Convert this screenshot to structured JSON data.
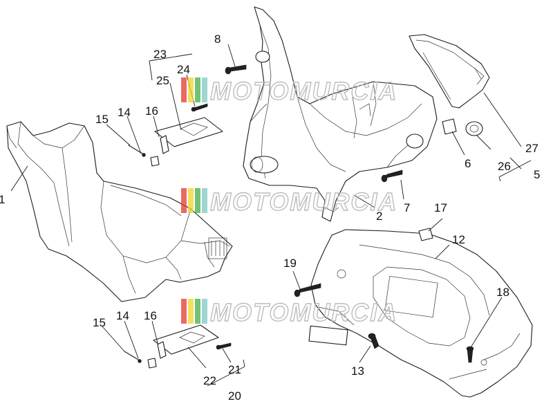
{
  "watermark": {
    "text": "MOTOMURCIA",
    "colors": {
      "red": "#e23a2b",
      "yellow": "#f2d42b",
      "green": "#3fae49",
      "teal": "#7ec8c0"
    }
  },
  "callouts": [
    {
      "id": "c1",
      "label": "1"
    },
    {
      "id": "c2",
      "label": "2"
    },
    {
      "id": "c5",
      "label": "5"
    },
    {
      "id": "c6",
      "label": "6"
    },
    {
      "id": "c7",
      "label": "7"
    },
    {
      "id": "c8",
      "label": "8"
    },
    {
      "id": "c12",
      "label": "12"
    },
    {
      "id": "c13",
      "label": "13"
    },
    {
      "id": "c14a",
      "label": "14"
    },
    {
      "id": "c14b",
      "label": "14"
    },
    {
      "id": "c15a",
      "label": "15"
    },
    {
      "id": "c15b",
      "label": "15"
    },
    {
      "id": "c16a",
      "label": "16"
    },
    {
      "id": "c16b",
      "label": "16"
    },
    {
      "id": "c17",
      "label": "17"
    },
    {
      "id": "c18",
      "label": "18"
    },
    {
      "id": "c19",
      "label": "19"
    },
    {
      "id": "c20",
      "label": "20"
    },
    {
      "id": "c21",
      "label": "21"
    },
    {
      "id": "c22",
      "label": "22"
    },
    {
      "id": "c23",
      "label": "23"
    },
    {
      "id": "c24",
      "label": "24"
    },
    {
      "id": "c25",
      "label": "25"
    },
    {
      "id": "c26",
      "label": "26"
    },
    {
      "id": "c27",
      "label": "27"
    }
  ]
}
